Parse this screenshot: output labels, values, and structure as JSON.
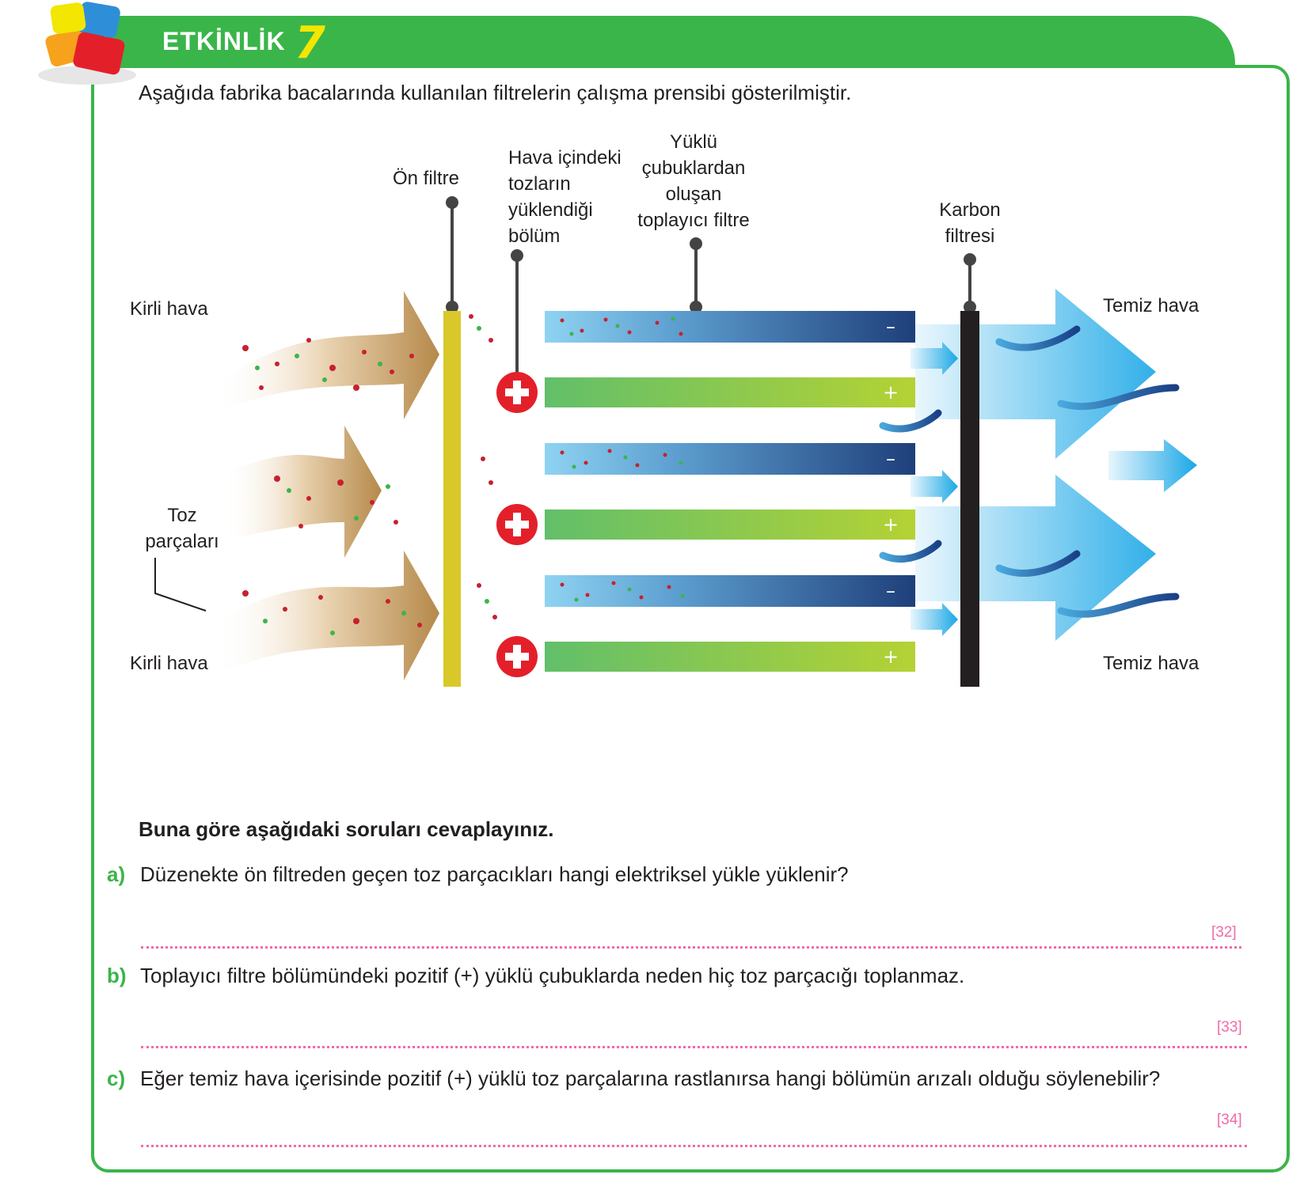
{
  "header": {
    "title": "ETKİNLİK",
    "number": "7"
  },
  "intro": "Aşağıda fabrika bacalarında kullanılan filtrelerin çalışma prensibi gösterilmiştir.",
  "diagram": {
    "labels": {
      "on_filtre": "Ön filtre",
      "charging": [
        "Hava içindeki",
        "tozların",
        "yüklendiği",
        "bölüm"
      ],
      "collector": [
        "Yüklü",
        "çubuklardan",
        "oluşan",
        "toplayıcı filtre"
      ],
      "carbon": [
        "Karbon",
        "filtresi"
      ],
      "dirty_top": "Kirli hava",
      "dirty_bottom": "Kirli hava",
      "clean_top": "Temiz hava",
      "clean_bottom": "Temiz hava",
      "dust": [
        "Toz",
        "parçaları"
      ]
    },
    "signs": {
      "minus": "–",
      "plus": "+"
    },
    "colors": {
      "green": "#3ab54a",
      "yellow_filter": "#d8c82a",
      "carbon": "#231f20",
      "red": "#e3202a",
      "pink": "#f06ba8"
    }
  },
  "questions": {
    "heading": "Buna göre aşağıdaki soruları cevaplayınız.",
    "items": [
      {
        "letter": "a)",
        "text": "Düzenekte ön filtreden geçen toz parçacıkları hangi elektriksel yükle yüklenir?",
        "ref": "[32]"
      },
      {
        "letter": "b)",
        "text": "Toplayıcı filtre bölümündeki pozitif (+) yüklü çubuklarda neden hiç toz parçacığı toplanmaz.",
        "ref": "[33]"
      },
      {
        "letter": "c)",
        "text": "Eğer temiz hava içerisinde pozitif (+) yüklü toz parçalarına rastlanırsa hangi bölümün arızalı olduğu söylenebilir?",
        "ref": "[34]"
      }
    ]
  }
}
